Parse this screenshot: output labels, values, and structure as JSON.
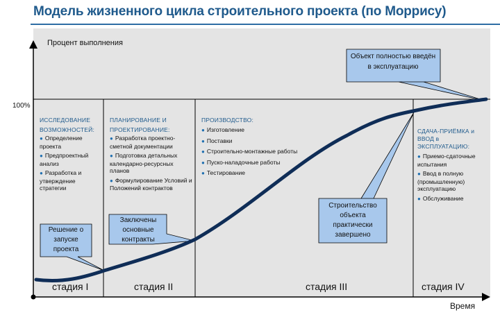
{
  "title": "Модель жизненного цикла строительного проекта (по Моррису)",
  "axes": {
    "y_label": "Процент выполнения",
    "y_tick": "100%",
    "x_label": "Время"
  },
  "phases": [
    {
      "heading": [
        "ИССЛЕДОВАНИЕ",
        "ВОЗМОЖНОСТЕЙ:"
      ],
      "items": [
        "Определение проекта",
        "Предпроектный анализ",
        "Разработка и утверждение стратегии"
      ]
    },
    {
      "heading": [
        "ПЛАНИРОВАНИЕ И",
        "ПРОЕКТИРОВАНИЕ:"
      ],
      "items": [
        "Разработка проектно-сметной документации",
        "Подготовка детальных календарно-ресурсных планов",
        "Формулирование Условий и Положений контрактов"
      ]
    },
    {
      "heading": [
        "ПРОИЗВОДСТВО:"
      ],
      "items": [
        "Изготовление",
        "Поставки",
        "Строительно-монтажные работы",
        "Пуско-наладочные работы",
        "Тестирование"
      ]
    },
    {
      "heading": [
        "СДАЧА-ПРИЁМКА и",
        "ВВОД в",
        "ЭКСПЛУАТАЦИЮ:"
      ],
      "items": [
        "Приемо-сдаточные испытания",
        "Ввод в полную (промышленную) эксплуатацию",
        "Обслуживание"
      ]
    }
  ],
  "callouts": {
    "launch": "Решение о запуске проекта",
    "contracts": "Заключены основные контракты",
    "construction": "Строительство объекта практически завершено",
    "commissioned": "Объект полностью введён в эксплуатацию"
  },
  "stages": [
    "стадия I",
    "стадия II",
    "стадия III",
    "стадия IV"
  ],
  "colors": {
    "title": "#1f5a8c",
    "curve": "#0f2d57",
    "callout_fill": "#a8c8ec",
    "panel": "#e4e4e4",
    "bullet": "#1f6fb0"
  }
}
